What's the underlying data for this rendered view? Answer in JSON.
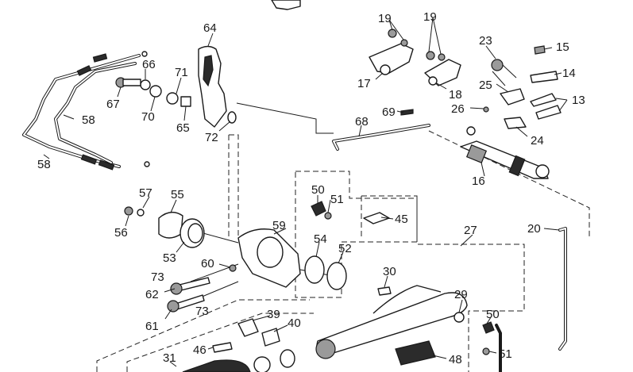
{
  "callouts": {
    "c13": "13",
    "c14": "14",
    "c15": "15",
    "c16": "16",
    "c17": "17",
    "c18": "18",
    "c19a": "19",
    "c19b": "19",
    "c20": "20",
    "c23": "23",
    "c24": "24",
    "c25": "25",
    "c26": "26",
    "c27": "27",
    "c29": "29",
    "c30": "30",
    "c31": "31",
    "c39": "39",
    "c40": "40",
    "c45": "45",
    "c46": "46",
    "c48": "48",
    "c50a": "50",
    "c50b": "50",
    "c51a": "51",
    "c51b": "51",
    "c52": "52",
    "c53": "53",
    "c54": "54",
    "c55": "55",
    "c56": "56",
    "c57": "57",
    "c58a": "58",
    "c58b": "58",
    "c59": "59",
    "c60": "60",
    "c61": "61",
    "c62": "62",
    "c64": "64",
    "c65": "65",
    "c66": "66",
    "c67": "67",
    "c68": "68",
    "c69": "69",
    "c70": "70",
    "c71": "71",
    "c72": "72",
    "c73a": "73",
    "c73b": "73"
  }
}
